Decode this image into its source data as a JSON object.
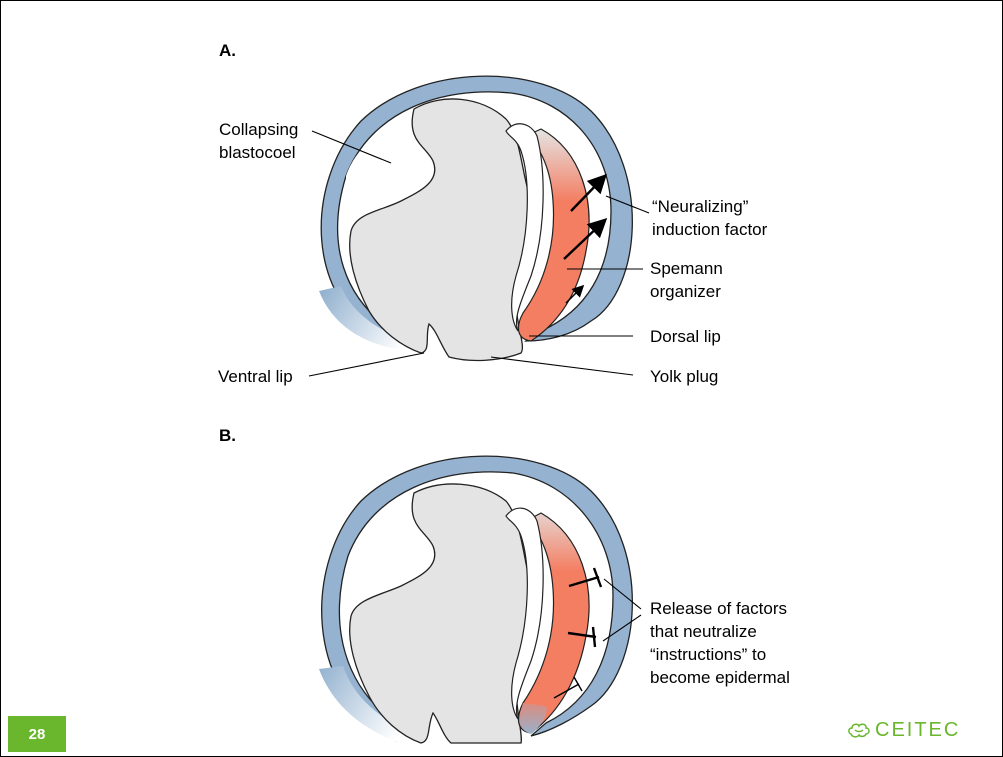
{
  "panels": {
    "a": {
      "title": "A.",
      "labels": {
        "collapsing_line1": "Collapsing",
        "collapsing_line2": "blastocoel",
        "neuralizing_line1": "“Neuralizing”",
        "neuralizing_line2": "induction factor",
        "spemann_line1": "Spemann",
        "spemann_line2": "organizer",
        "dorsal_lip": "Dorsal lip",
        "ventral_lip": "Ventral lip",
        "yolk_plug": "Yolk plug"
      }
    },
    "b": {
      "title": "B.",
      "labels": {
        "release_line1": "Release of factors",
        "release_line2": "that neutralize",
        "release_line3": "“instructions” to",
        "release_line4": "become epidermal"
      }
    }
  },
  "footer": {
    "page_number": "28",
    "logo_text": "CEITEC",
    "logo_icon": "ceitec-brain-icon"
  },
  "colors": {
    "ectoderm_blue": "#95b3d0",
    "organizer_red": "#f47e62",
    "yolk_gray": "#e4e4e4",
    "accent_green": "#6ab72d"
  }
}
